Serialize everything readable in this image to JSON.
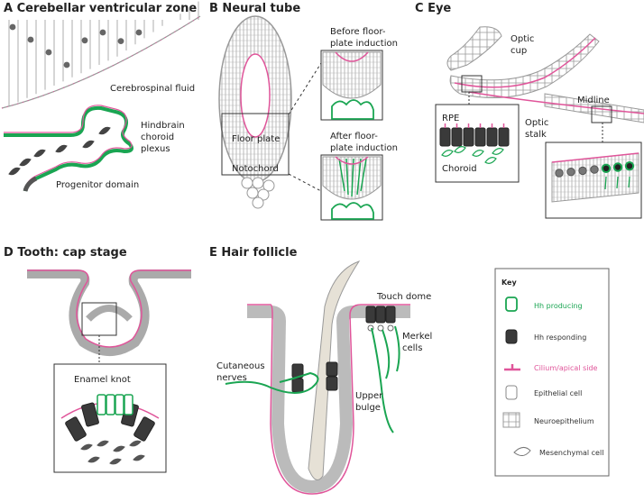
{
  "colors": {
    "hh_producing": "#1aa552",
    "hh_responding": "#3a3a3a",
    "cilium": "#e0559a",
    "epithelial": "#a6a6a6",
    "background": "#ffffff"
  },
  "panels": {
    "a": {
      "title": "A  Cerebellar ventricular zone",
      "csf": "Cerebrospinal fluid",
      "plexus": [
        "Hindbrain",
        "choroid",
        "plexus"
      ],
      "progenitor": "Progenitor domain"
    },
    "b": {
      "title": "B  Neural tube",
      "floor_plate": "Floor plate",
      "notochord": "Notochord",
      "before": [
        "Before floor-",
        "plate induction"
      ],
      "after": [
        "After floor-",
        "plate induction"
      ]
    },
    "c": {
      "title": "C  Eye",
      "optic_cup": [
        "Optic",
        "cup"
      ],
      "optic_stalk": [
        "Optic",
        "stalk"
      ],
      "midline": "Midline",
      "rpe": "RPE",
      "choroid": "Choroid"
    },
    "d": {
      "title": "D  Tooth: cap stage",
      "enamel_knot": "Enamel knot"
    },
    "e": {
      "title": "E  Hair follicle",
      "touch_dome": "Touch dome",
      "merkel": [
        "Merkel",
        "cells"
      ],
      "cutaneous": [
        "Cutaneous",
        "nerves"
      ],
      "upper_bulge": [
        "Upper",
        "bulge"
      ]
    }
  },
  "key": {
    "title": "Key",
    "items": [
      {
        "label": "Hh producing",
        "icon": "hh-producing-icon"
      },
      {
        "label": "Hh responding",
        "icon": "hh-responding-icon"
      },
      {
        "label": "Cilium/apical side",
        "icon": "cilium-icon"
      },
      {
        "label": "Epithelial cell",
        "icon": "epithelial-cell-icon"
      },
      {
        "label": "Neuroepithelium",
        "icon": "neuroepithelium-icon"
      },
      {
        "label": "Mesenchymal cell",
        "icon": "mesenchymal-cell-icon"
      }
    ]
  }
}
